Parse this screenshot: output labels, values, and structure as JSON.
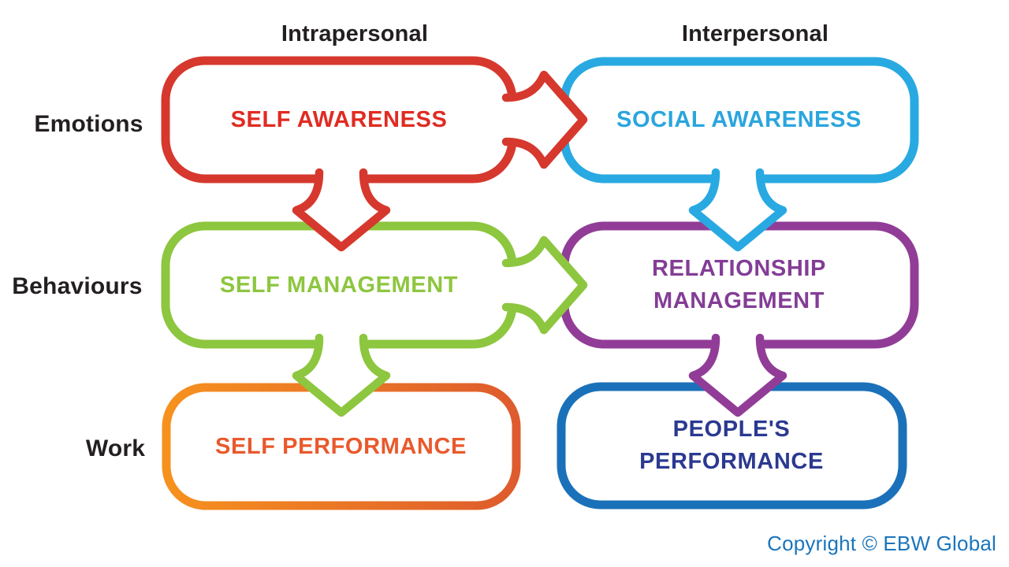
{
  "diagram": {
    "title_columns": [
      {
        "label": "Intrapersonal"
      },
      {
        "label": "Interpersonal"
      }
    ],
    "row_labels": [
      {
        "label": "Emotions"
      },
      {
        "label": "Behaviours"
      },
      {
        "label": "Work"
      }
    ],
    "boxes": [
      {
        "id": "self-awareness",
        "label": "SELF AWARENESS",
        "border_color": "#D6382D",
        "text_color": "#E02B22"
      },
      {
        "id": "social-awareness",
        "label": "SOCIAL AWARENESS",
        "border_color": "#29A9E1",
        "text_color": "#2AA5DE"
      },
      {
        "id": "self-management",
        "label": "SELF MANAGEMENT",
        "border_color": "#8DC63F",
        "text_color": "#8DC63F"
      },
      {
        "id": "relationship-management",
        "label": "RELATIONSHIP MANAGEMENT",
        "border_color": "#913D97",
        "text_color": "#833D96"
      },
      {
        "id": "self-performance",
        "label": "SELF PERFORMANCE",
        "border_color": "#F6911E",
        "border_color2": "#DE5B2D",
        "text_color": "#E9592C"
      },
      {
        "id": "peoples-performance",
        "label": "PEOPLE'S PERFORMANCE",
        "border_color": "#1B71B9",
        "text_color": "#2B3990"
      }
    ],
    "arrows": [
      {
        "id": "self-awareness-to-social-awareness",
        "color": "#D6382D"
      },
      {
        "id": "self-awareness-to-self-management",
        "color": "#D6382D"
      },
      {
        "id": "social-awareness-to-relationship-management",
        "color": "#29A9E1"
      },
      {
        "id": "self-management-to-relationship-management",
        "color": "#8DC63F"
      },
      {
        "id": "self-management-to-self-performance",
        "color": "#8DC63F"
      },
      {
        "id": "relationship-management-to-peoples-performance",
        "color": "#913D97"
      }
    ],
    "footer": {
      "copyright": "Copyright © EBW Global",
      "color": "#1B75BC"
    },
    "ink_color": "#231F20"
  }
}
